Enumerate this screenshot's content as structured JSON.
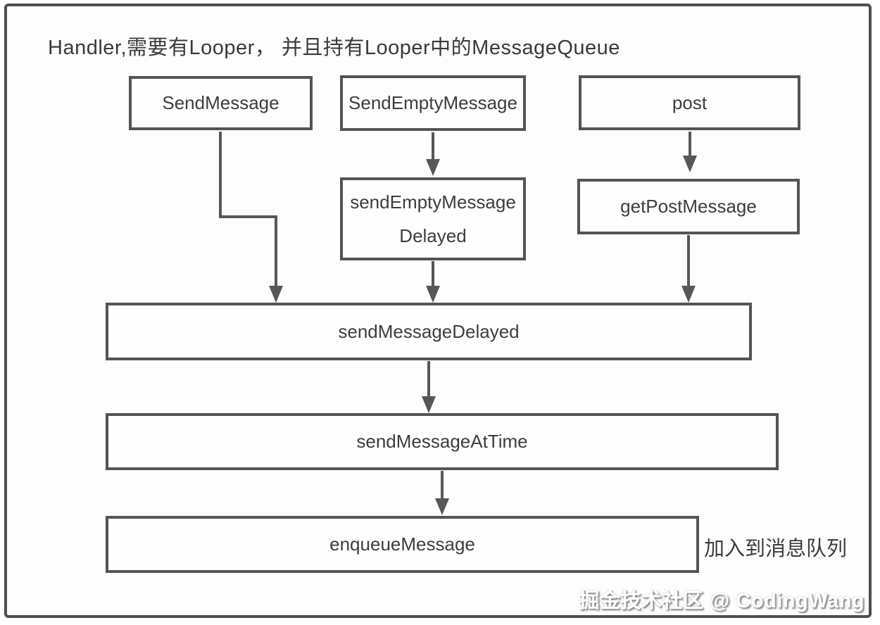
{
  "diagram": {
    "title": "Handler,需要有Looper， 并且持有Looper中的MessageQueue",
    "nodes": {
      "send_message": {
        "label": "SendMessage"
      },
      "send_empty_message": {
        "label": "SendEmptyMessage"
      },
      "post": {
        "label": "post"
      },
      "send_empty_message_delayed": {
        "label_line1": "sendEmptyMessage",
        "label_line2": "Delayed"
      },
      "get_post_message": {
        "label": "getPostMessage"
      },
      "send_message_delayed": {
        "label": "sendMessageDelayed"
      },
      "send_message_at_time": {
        "label": "sendMessageAtTime"
      },
      "enqueue_message": {
        "label": "enqueueMessage"
      }
    },
    "edges": [
      {
        "from": "send_message",
        "to": "send_message_delayed"
      },
      {
        "from": "send_empty_message",
        "to": "send_empty_message_delayed"
      },
      {
        "from": "post",
        "to": "get_post_message"
      },
      {
        "from": "send_empty_message_delayed",
        "to": "send_message_delayed"
      },
      {
        "from": "get_post_message",
        "to": "send_message_delayed"
      },
      {
        "from": "send_message_delayed",
        "to": "send_message_at_time"
      },
      {
        "from": "send_message_at_time",
        "to": "enqueue_message"
      }
    ],
    "annotations": {
      "enqueue_note": "加入到消息队列"
    },
    "watermark": "掘金技术社区 @ CodingWang",
    "colors": {
      "frame_border": "#4e4e4e",
      "box_border": "#545454",
      "arrow": "#575757",
      "text": "#3d3d3d",
      "background": "#fdfdfd"
    }
  }
}
